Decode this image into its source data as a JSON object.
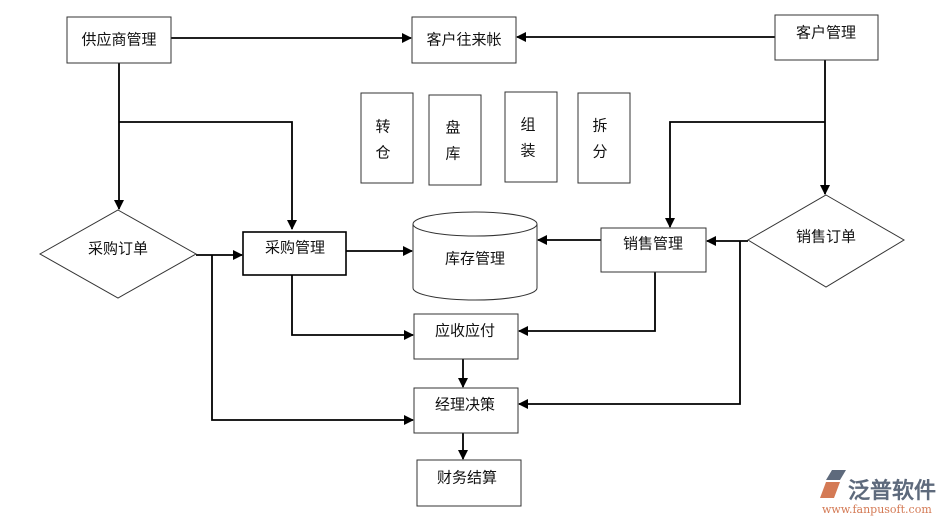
{
  "nodes": {
    "supplier_mgmt": "供应商管理",
    "customer_accounts": "客户往来帐",
    "customer_mgmt": "客户管理",
    "transfer": [
      "转",
      "仓"
    ],
    "stocktake": [
      "盘",
      "库"
    ],
    "assembly": [
      "组",
      "装"
    ],
    "disassembly": [
      "拆",
      "分"
    ],
    "purchase_order": "采购订单",
    "purchase_mgmt": "采购管理",
    "inventory_mgmt": "库存管理",
    "sales_mgmt": "销售管理",
    "sales_order": "销售订单",
    "receivable_payable": "应收应付",
    "manager_decision": "经理决策",
    "finance_settlement": "财务结算"
  },
  "logo": {
    "name": "泛普软件",
    "url": "www.fanpusoft.com",
    "colors": {
      "primary": "#5e6a7c",
      "accent": "#d47a55"
    }
  }
}
